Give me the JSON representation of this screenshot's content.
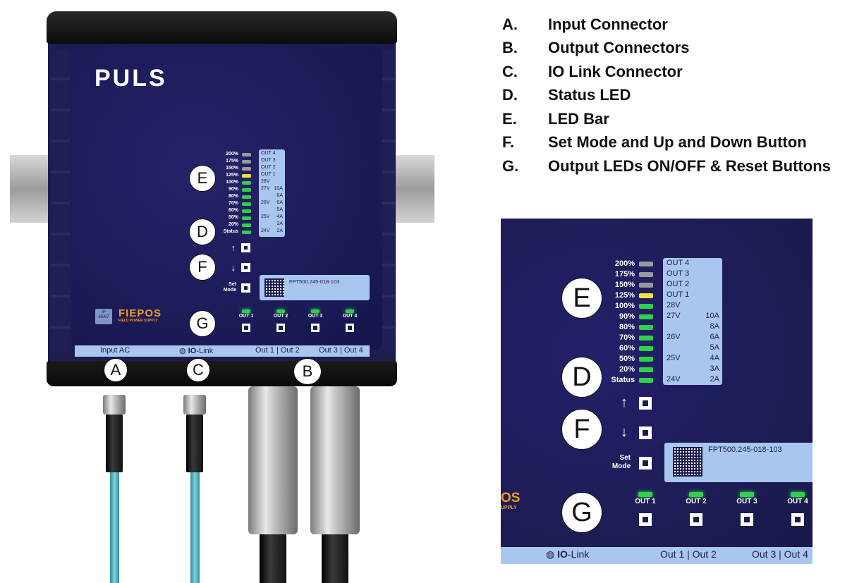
{
  "legend": [
    {
      "letter": "A.",
      "text": "Input Connector"
    },
    {
      "letter": "B.",
      "text": "Output Connectors"
    },
    {
      "letter": "C.",
      "text": "IO Link Connector"
    },
    {
      "letter": "D.",
      "text": "Status LED"
    },
    {
      "letter": "E.",
      "text": "LED Bar"
    },
    {
      "letter": "F.",
      "text": "Set Mode and Up and Down Button"
    },
    {
      "letter": "G.",
      "text": "Output LEDs ON/OFF & Reset Buttons"
    }
  ],
  "device": {
    "logo": "PULS",
    "ip_badge": "IP\n65/67",
    "brand": "FIEPOS",
    "brand_sub": "FIELD POWER SUPPLY",
    "serial": "FPT500.245-018-103",
    "set_mode_label": "Set\nMode",
    "up_arrow": "↑",
    "down_arrow": "↓",
    "led_bar_labels": [
      "200%",
      "175%",
      "150%",
      "125%",
      "100%",
      "90%",
      "80%",
      "70%",
      "60%",
      "50%",
      "20%",
      "Status"
    ],
    "led_bar_states": [
      "gray",
      "gray",
      "gray",
      "yellow",
      "green",
      "green",
      "green",
      "green",
      "green",
      "green",
      "green",
      "green"
    ],
    "panel_right": [
      [
        "OUT 4",
        ""
      ],
      [
        "OUT 3",
        ""
      ],
      [
        "OUT 2",
        ""
      ],
      [
        "OUT 1",
        ""
      ],
      [
        "28V",
        ""
      ],
      [
        "27V",
        "10A"
      ],
      [
        "",
        "8A"
      ],
      [
        "26V",
        "6A"
      ],
      [
        "",
        "5A"
      ],
      [
        "25V",
        "4A"
      ],
      [
        "",
        "3A"
      ],
      [
        "24V",
        "2A"
      ]
    ],
    "outputs": [
      "OUT 1",
      "OUT 2",
      "OUT 3",
      "OUT 4"
    ],
    "strip": {
      "input": "Input AC",
      "io_link": "IO-Link",
      "io_link_prefix": "IO",
      "io_link_suffix": "-Link",
      "out12": "Out 1 | Out 2",
      "out34": "Out 3 | Out 4"
    }
  },
  "callouts": {
    "A": "A",
    "B": "B",
    "C": "C",
    "D": "D",
    "E": "E",
    "F": "F",
    "G": "G"
  },
  "zoom": {
    "brand_fragment": "OS",
    "brand_sub_fragment": "UPPLY"
  },
  "colors": {
    "housing": "#1c1c4e",
    "panel": "#a9c6ee",
    "led_green": "#2fd14a",
    "led_yellow": "#f3e23a",
    "led_gray": "#9a9a9a",
    "cable": "#4db6c6",
    "brand_orange": "#f29a1f"
  }
}
